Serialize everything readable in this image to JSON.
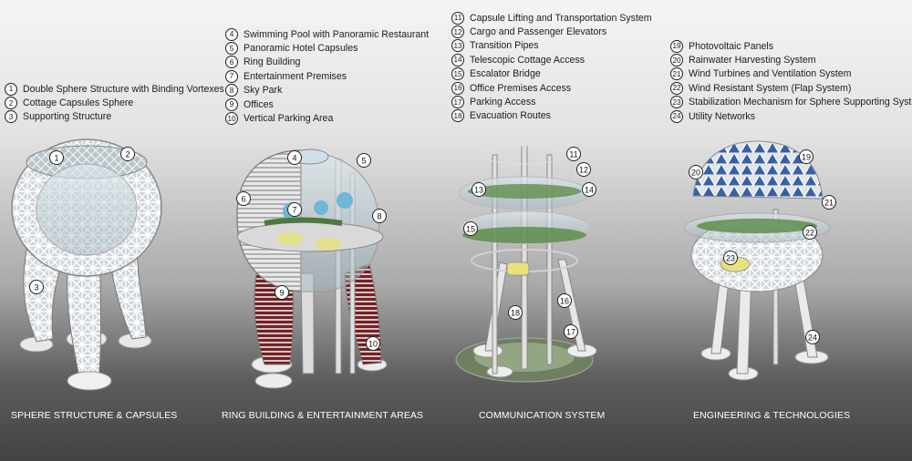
{
  "legends": [
    {
      "items": [
        {
          "num": "1",
          "text": "Double Sphere Structure with Binding Vortexes"
        },
        {
          "num": "2",
          "text": "Cottage Capsules  Sphere"
        },
        {
          "num": "3",
          "text": "Supporting Structure"
        }
      ]
    },
    {
      "items": [
        {
          "num": "4",
          "text": "Swimming Pool with Panoramic Restaurant"
        },
        {
          "num": "5",
          "text": "Panoramic Hotel Capsules"
        },
        {
          "num": "6",
          "text": "Ring Building"
        },
        {
          "num": "7",
          "text": "Entertainment Premises"
        },
        {
          "num": "8",
          "text": "Sky Park"
        },
        {
          "num": "9",
          "text": "Offices"
        },
        {
          "num": "10",
          "text": "Vertical Parking Area"
        }
      ]
    },
    {
      "items": [
        {
          "num": "11",
          "text": "Capsule Lifting and Transportation System"
        },
        {
          "num": "12",
          "text": "Cargo and Passenger Elevators"
        },
        {
          "num": "13",
          "text": "Transition Pipes"
        },
        {
          "num": "14",
          "text": "Telescopic Cottage Access"
        },
        {
          "num": "15",
          "text": "Escalator Bridge"
        },
        {
          "num": "16",
          "text": "Office Premises Access"
        },
        {
          "num": "17",
          "text": "Parking Access"
        },
        {
          "num": "18",
          "text": "Evacuation Routes"
        }
      ]
    },
    {
      "items": [
        {
          "num": "19",
          "text": "Photovoltaic Panels"
        },
        {
          "num": "20",
          "text": "Rainwater Harvesting System"
        },
        {
          "num": "21",
          "text": "Wind Turbines and Ventilation System"
        },
        {
          "num": "22",
          "text": "Wind Resistant System (Flap System)"
        },
        {
          "num": "23",
          "text": "Stabilization Mechanism for Sphere Supporting System"
        },
        {
          "num": "24",
          "text": "Utility Networks"
        }
      ]
    }
  ],
  "captions": [
    "SPHERE STRUCTURE & CAPSULES",
    "RING BUILDING & ENTERTAINMENT AREAS",
    "COMMUNICATION SYSTEM",
    "ENGINEERING & TECHNOLOGIES"
  ],
  "callouts": [
    "1",
    "2",
    "3",
    "4",
    "5",
    "6",
    "7",
    "8",
    "9",
    "10",
    "11",
    "12",
    "13",
    "14",
    "15",
    "16",
    "17",
    "18",
    "19",
    "20",
    "21",
    "22",
    "23",
    "24"
  ]
}
